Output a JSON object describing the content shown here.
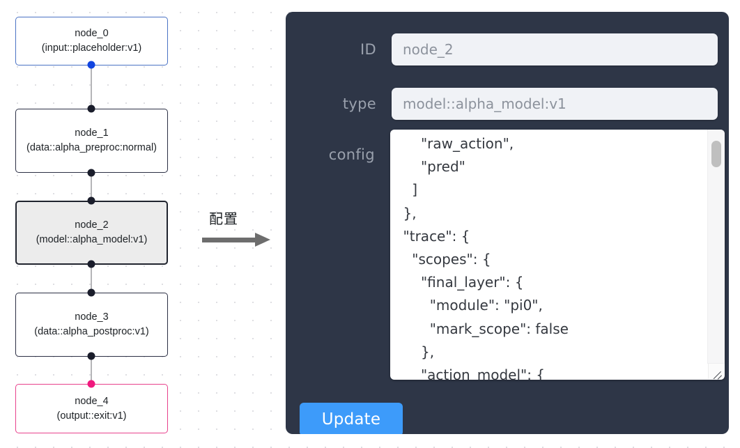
{
  "graph": {
    "nodes": [
      {
        "id": "node_0",
        "label": "node_0\n(input::placeholder:v1)",
        "kind": "input"
      },
      {
        "id": "node_1",
        "label": "node_1\n(data::alpha_preproc:normal)",
        "kind": "default"
      },
      {
        "id": "node_2",
        "label": "node_2\n(model::alpha_model:v1)",
        "kind": "selected"
      },
      {
        "id": "node_3",
        "label": "node_3\n(data::alpha_postproc:v1)",
        "kind": "default"
      },
      {
        "id": "node_4",
        "label": "node_4\n(output::exit:v1)",
        "kind": "output"
      }
    ],
    "edges": [
      {
        "from": "node_0",
        "to": "node_1"
      },
      {
        "from": "node_1",
        "to": "node_2"
      },
      {
        "from": "node_2",
        "to": "node_3"
      },
      {
        "from": "node_3",
        "to": "node_4"
      }
    ],
    "port_colors": {
      "default": "#1a1d2b",
      "input": "#1144e0",
      "output": "#f0197e"
    },
    "border_colors": {
      "default": "#2b2f44",
      "input": "#4a72c4",
      "output": "#e8418c",
      "selected": "#20242e"
    }
  },
  "transition": {
    "caption": "配置",
    "arrow_icon": "right-arrow-icon"
  },
  "inspector": {
    "background": "#2e3647",
    "fields": {
      "id": {
        "label": "ID",
        "value": "node_2",
        "placeholder": "node_2"
      },
      "type": {
        "label": "type",
        "value": "model::alpha_model:v1",
        "placeholder": "model::alpha_model:v1"
      },
      "config": {
        "label": "config",
        "value": "      \"raw_action\",\n      \"pred\"\n    ]\n  },\n  \"trace\": {\n    \"scopes\": {\n      \"final_layer\": {\n        \"module\": \"pi0\",\n        \"mark_scope\": false\n      },\n      \"action_model\": {",
        "scroll_position": "middle"
      }
    },
    "update_button": {
      "label": "Update",
      "color": "#3d9bfa"
    }
  }
}
